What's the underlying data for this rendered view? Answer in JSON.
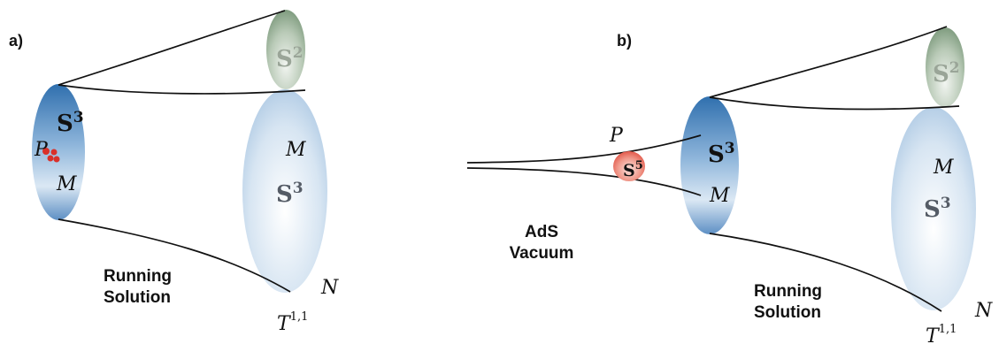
{
  "panels": {
    "a": {
      "label": "a)",
      "caption": [
        "Running",
        "Solution"
      ],
      "small_sphere": {
        "name": "S",
        "power": "2"
      },
      "left_sphere": {
        "name": "S",
        "power": "3"
      },
      "right_sphere": {
        "name": "S",
        "power": "3"
      },
      "labels": {
        "P": "P",
        "M_left": "M",
        "M_right": "M",
        "N": "N",
        "T_base": "T",
        "T_power": "1,1"
      }
    },
    "b": {
      "label": "b)",
      "caption": [
        "Running",
        "Solution"
      ],
      "vacuum_caption": [
        "AdS",
        "Vacuum"
      ],
      "small_sphere": {
        "name": "S",
        "power": "2"
      },
      "left_sphere": {
        "name": "S",
        "power": "3"
      },
      "right_sphere": {
        "name": "S",
        "power": "3"
      },
      "red_sphere": {
        "name": "S",
        "power": "5"
      },
      "labels": {
        "P": "P",
        "M_left": "M",
        "M_right": "M",
        "N": "N",
        "T_base": "T",
        "T_power": "1,1"
      }
    }
  },
  "colors": {
    "blue_dark": "#2f6fae",
    "blue_light": "#f4f8fc",
    "blue_pale": "#a9c6e3",
    "green": "#7f9c7f",
    "green_light": "#f2f5f1",
    "red": "#d9302a",
    "red_light": "#f3b2a8",
    "line": "#111111"
  }
}
